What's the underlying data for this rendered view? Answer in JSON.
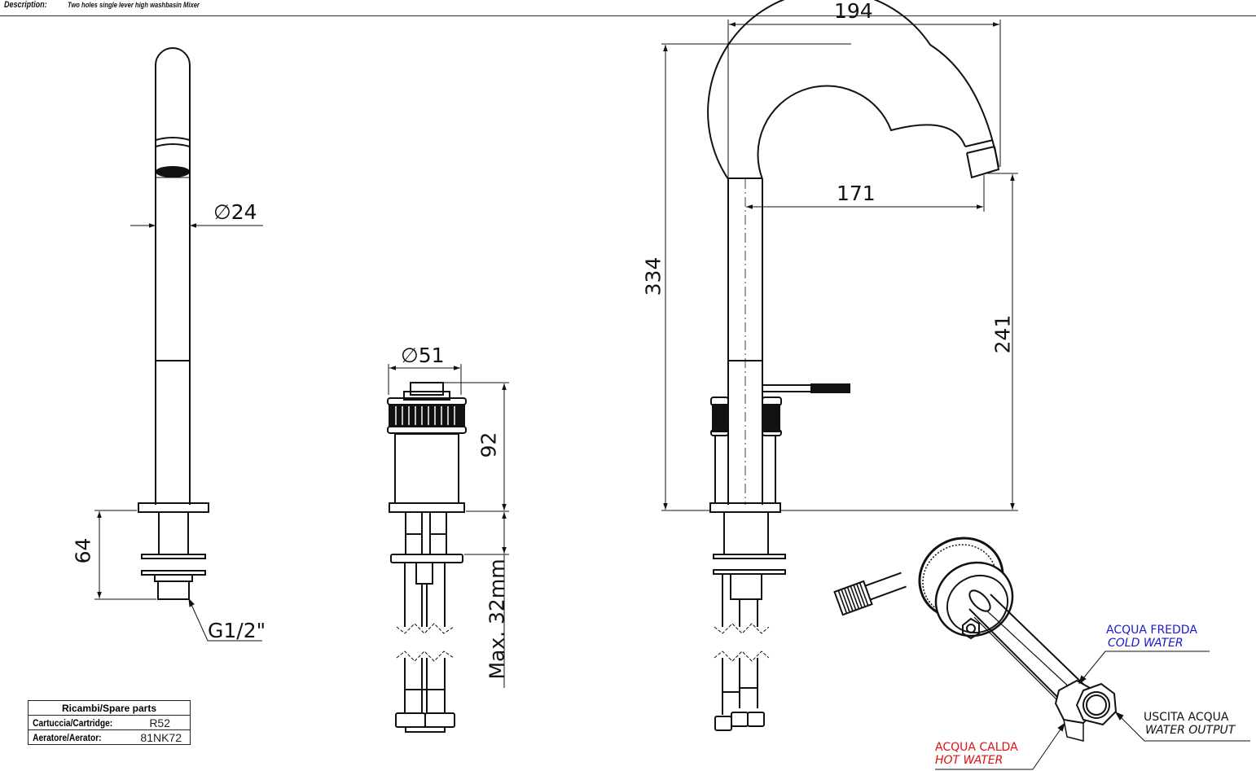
{
  "header": {
    "label": "Description:",
    "value": "Two holes single lever high washbasin Mixer"
  },
  "dimensions": {
    "side_view": {
      "diameter": "∅24",
      "base_height": "64",
      "thread": "G1/2\""
    },
    "body_view": {
      "diameter": "∅51",
      "height": "92",
      "max_thickness": "Max. 32mm"
    },
    "front_view": {
      "overall_width": "194",
      "spout_reach": "171",
      "overall_height": "334",
      "spout_height": "241"
    }
  },
  "callouts": {
    "cold": {
      "it": "ACQUA FREDDA",
      "en": "COLD WATER",
      "color": "#1a1acc"
    },
    "output": {
      "it": "USCITA ACQUA",
      "en": "WATER OUTPUT",
      "color": "#111111"
    },
    "hot": {
      "it": "ACQUA CALDA",
      "en": "HOT WATER",
      "color": "#dd1111"
    }
  },
  "spare_parts": {
    "title": "Ricambi/Spare parts",
    "rows": [
      {
        "key": "Cartuccia/Cartridge:",
        "value": "R52"
      },
      {
        "key": "Aeratore/Aerator:",
        "value": "81NK72"
      }
    ]
  }
}
